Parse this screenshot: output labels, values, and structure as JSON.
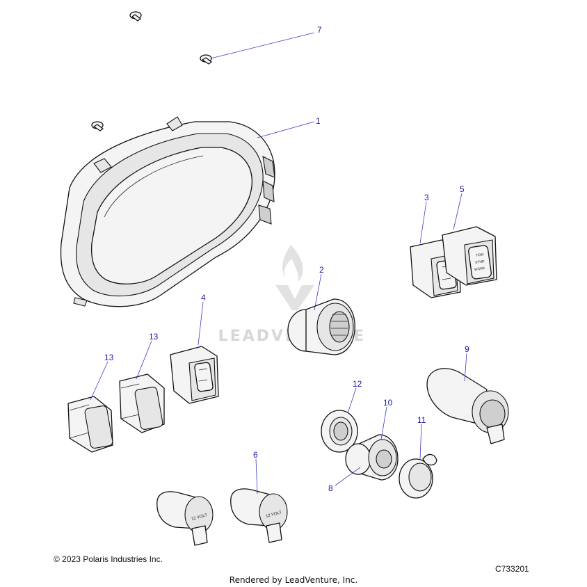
{
  "watermark": {
    "text": "LEADVENTURE"
  },
  "callouts": [
    {
      "id": "7",
      "label": "7"
    },
    {
      "id": "1",
      "label": "1"
    },
    {
      "id": "3",
      "label": "3"
    },
    {
      "id": "5",
      "label": "5"
    },
    {
      "id": "2",
      "label": "2"
    },
    {
      "id": "4",
      "label": "4"
    },
    {
      "id": "13a",
      "label": "13"
    },
    {
      "id": "13b",
      "label": "13"
    },
    {
      "id": "9",
      "label": "9"
    },
    {
      "id": "12",
      "label": "12"
    },
    {
      "id": "10",
      "label": "10"
    },
    {
      "id": "11",
      "label": "11"
    },
    {
      "id": "6",
      "label": "6"
    },
    {
      "id": "8",
      "label": "8"
    }
  ],
  "part_labels": {
    "socket_left": "12 VOLT",
    "socket_right": "12 VOLT",
    "switch5_lines": [
      "TOW",
      "STND",
      "WORK"
    ]
  },
  "footer": {
    "copyright": "© 2023 Polaris Industries Inc.",
    "figure_id": "C733201",
    "rendered_by": "Rendered by LeadVenture, Inc."
  }
}
